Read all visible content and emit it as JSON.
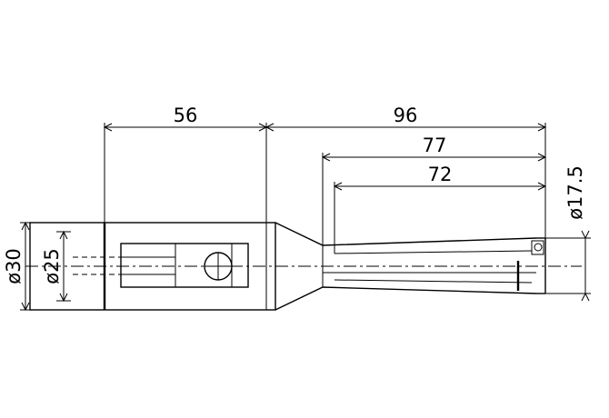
{
  "dimensions": {
    "length_shank": "56",
    "overall_length": "96",
    "taper_length_outer": "77",
    "taper_length_inner": "72",
    "shank_diameter": "ø30",
    "collar_diameter": "ø25",
    "tip_diameter": "ø17.5"
  }
}
